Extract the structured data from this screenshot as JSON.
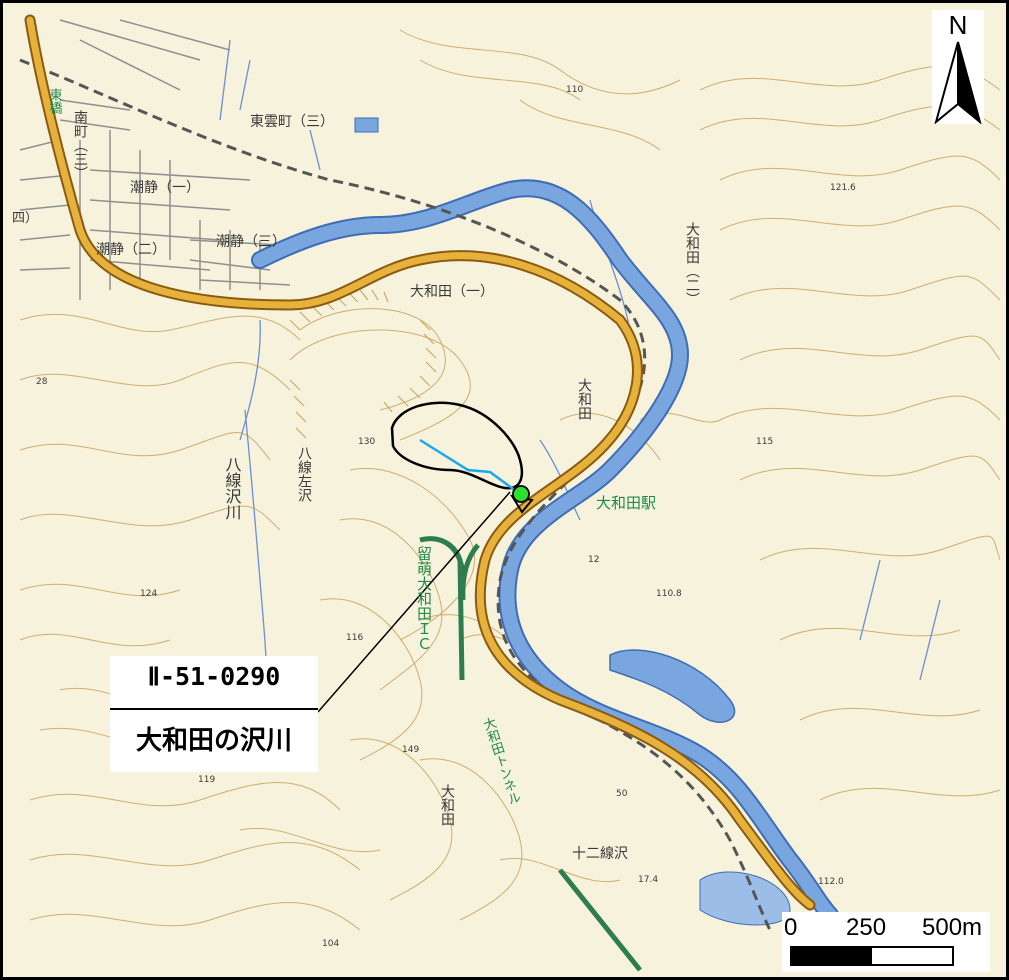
{
  "map": {
    "labels": {
      "higashi_kumo": "東雲町（三）",
      "higashi_bashi": "東橋",
      "minami_machi": "南町（三）",
      "shiose_1": "潮静（一）",
      "shiose_2": "潮静（二）",
      "shiose_3": "潮静（三）",
      "ward_4": "四）",
      "owada_1": "大和田（一）",
      "owada_2": "大和田（二）",
      "owada_a": "大和田",
      "owada_b": "大和田",
      "owada_station": "大和田駅",
      "rumoi_owada_ic": "留萌大和田ＩＣ",
      "owada_tunnel": "大和田トンネル",
      "hassen_sawa_gawa": "八線沢川",
      "hassen_hidari_sawa": "八線左沢",
      "juni_sen_sawa": "十二線沢"
    },
    "elevations": {
      "e130": "130",
      "e110": "110",
      "e121": "121.6",
      "e115": "115",
      "e124": "124",
      "e116": "116",
      "e119": "119",
      "e149": "149",
      "e104": "104",
      "e110b": "110.8",
      "e112": "112.0",
      "e17": "17.4",
      "e28": "28",
      "e50": "50",
      "e12": "12"
    },
    "colors": {
      "background": "#f6f2dc",
      "contour": "#c9a25a",
      "river": "#7aa6df",
      "river_outline": "#3f6db5",
      "road_main": "#e6b23c",
      "road_outline": "#8a5a10",
      "highway": "#2e7d4f",
      "catchment_line": "#000000",
      "stream": "#19a9ec",
      "point": "#2ee02e",
      "urban_block": "#8f8f8f"
    }
  },
  "callout": {
    "id": "Ⅱ-51-0290",
    "name": "大和田の沢川"
  },
  "north_arrow": {
    "letter": "N",
    "icon": "north-arrow-icon"
  },
  "scale_bar": {
    "label_0": "0",
    "label_250": "250",
    "label_500": "500m"
  }
}
